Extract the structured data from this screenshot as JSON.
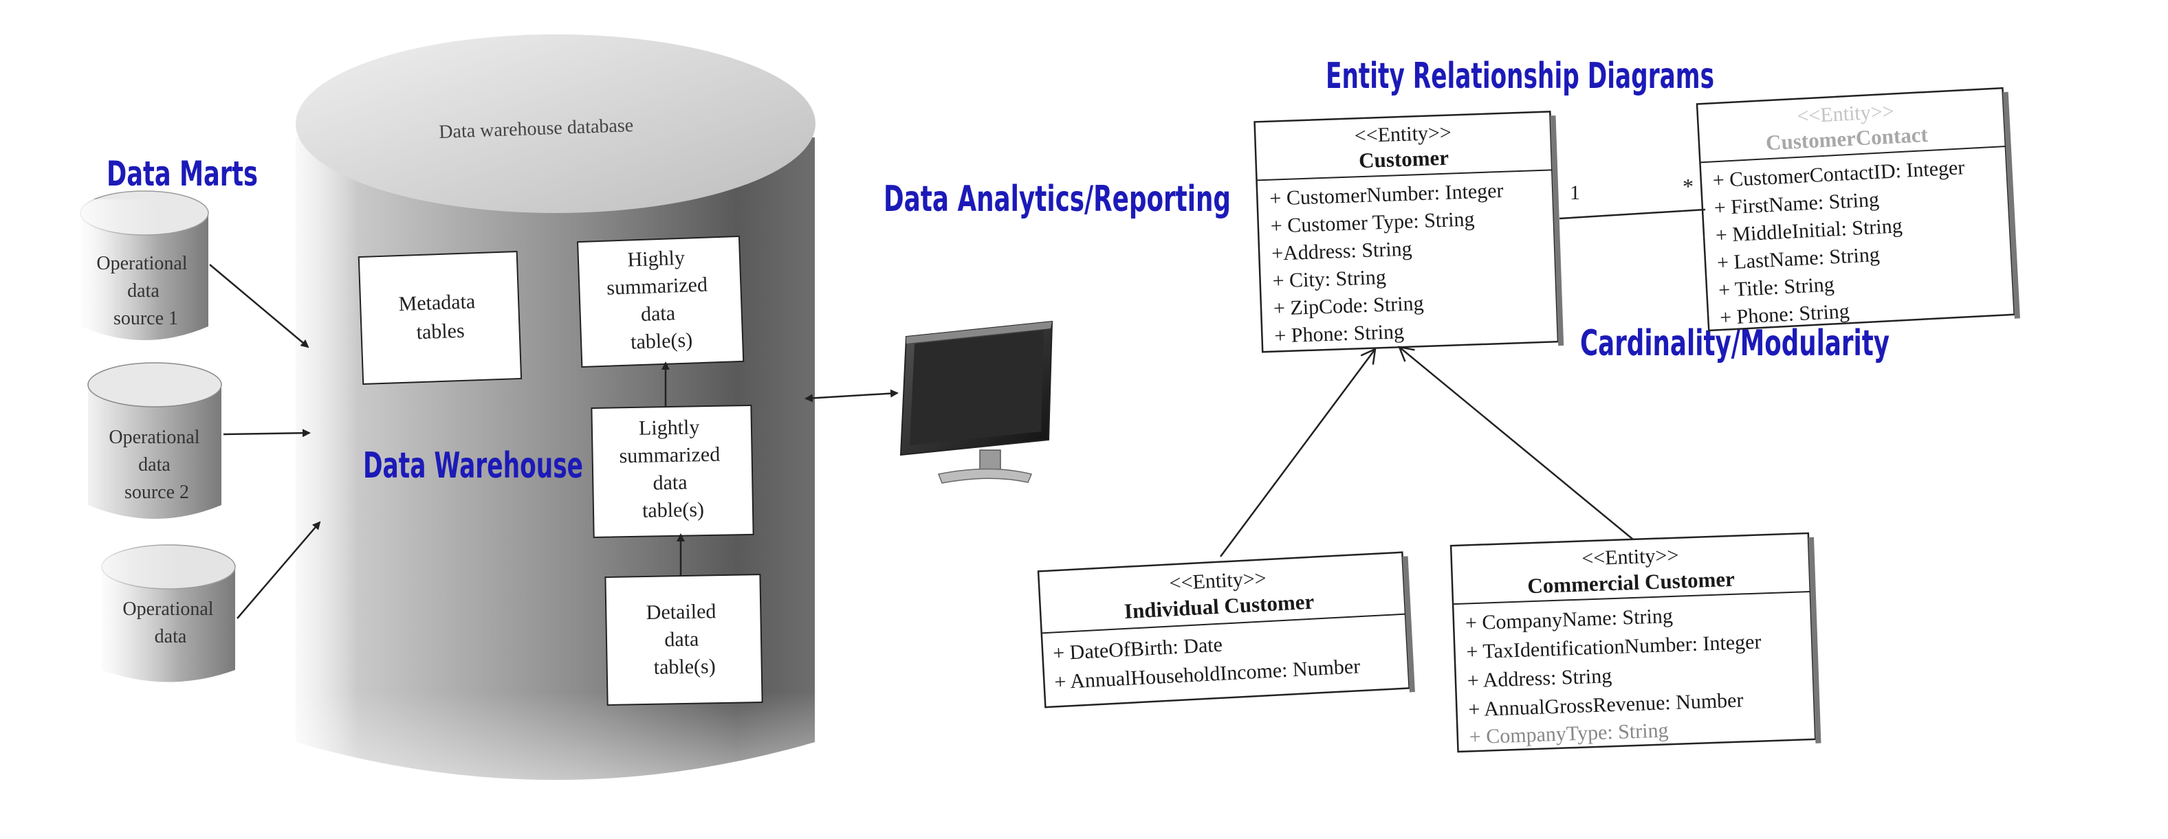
{
  "titles": {
    "data_marts": "Data Marts",
    "data_warehouse": "Data Warehouse",
    "data_analytics": "Data Analytics/Reporting",
    "erd": "Entity Relationship Diagrams",
    "cardinality": "Cardinality/Modularity"
  },
  "warehouse": {
    "db_label": "Data warehouse database",
    "metadata": [
      "Metadata",
      "tables"
    ],
    "highly": [
      "Highly",
      "summarized",
      "data",
      "table(s)"
    ],
    "lightly": [
      "Lightly",
      "summarized",
      "data",
      "table(s)"
    ],
    "detailed": [
      "Detailed",
      "data",
      "table(s)"
    ]
  },
  "sources": [
    {
      "lines": [
        "Operational",
        "data",
        "source 1"
      ]
    },
    {
      "lines": [
        "Operational",
        "data",
        "source 2"
      ]
    },
    {
      "lines": [
        "Operational",
        "data"
      ]
    }
  ],
  "entities": {
    "customer": {
      "stereotype": "<<Entity>>",
      "name": "Customer",
      "attributes": [
        "+ CustomerNumber: Integer",
        "+ Customer Type: String",
        "+Address: String",
        "+ City: String",
        "+ ZipCode: String",
        "+ Phone: String"
      ]
    },
    "customer_contact": {
      "stereotype": "<<Entity>>",
      "name": "CustomerContact",
      "attributes": [
        "+ CustomerContactID: Integer",
        "+ FirstName: String",
        "+ MiddleInitial: String",
        "+ LastName: String",
        "+ Title: String",
        "+ Phone: String"
      ]
    },
    "individual": {
      "stereotype": "<<Entity>>",
      "name": "Individual Customer",
      "attributes": [
        "+ DateOfBirth: Date",
        "+ AnnualHouseholdIncome: Number"
      ]
    },
    "commercial": {
      "stereotype": "<<Entity>>",
      "name": "Commercial Customer",
      "attributes": [
        "+ CompanyName: String",
        "+ TaxIdentificationNumber: Integer",
        "+ Address: String",
        "+ AnnualGrossRevenue: Number",
        "+ CompanyType: String"
      ]
    }
  },
  "relationship": {
    "left_multiplicity": "1",
    "right_multiplicity": "*"
  },
  "colors": {
    "title_blue": "#1c1ab8",
    "cylinder_dark": "#5a5a5a",
    "cylinder_light": "#d8d8d8"
  }
}
